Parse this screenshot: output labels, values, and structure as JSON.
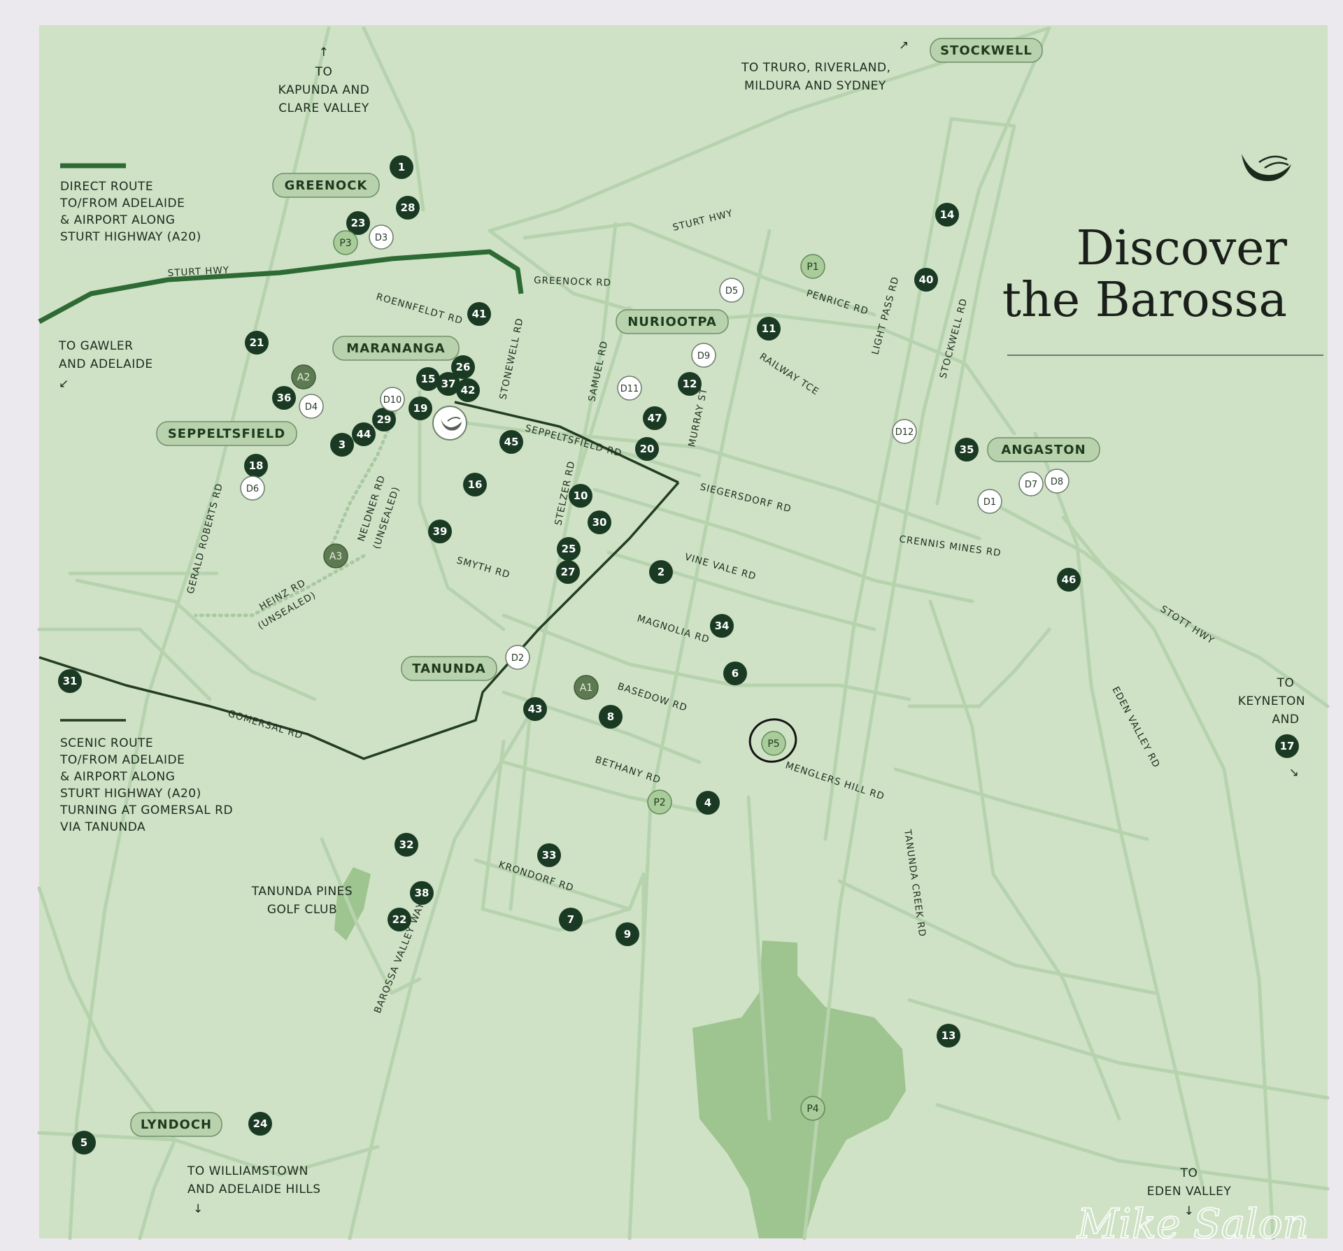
{
  "title": {
    "line1": "Discover",
    "line2": "the Barossa"
  },
  "colors": {
    "background": "#cfe2c6",
    "road": "#b7d3ae",
    "dark_marker": "#1a3a24",
    "direct_route": "#2e6a34",
    "scenic_route": "#233d23",
    "town_label": "#b8d2ad",
    "park": "#9ec48f"
  },
  "legend": {
    "direct": [
      "DIRECT ROUTE",
      "TO/FROM ADELAIDE",
      "& AIRPORT ALONG",
      "STURT HIGHWAY (A20)"
    ],
    "scenic": [
      "SCENIC ROUTE",
      "TO/FROM ADELAIDE",
      "& AIRPORT ALONG",
      "STURT HIGHWAY (A20)",
      "TURNING AT GOMERSAL RD",
      "VIA TANUNDA"
    ]
  },
  "directions": {
    "kapunda": {
      "arrow": "↑",
      "lines": [
        "TO",
        "KAPUNDA AND",
        "CLARE VALLEY"
      ]
    },
    "truro": {
      "arrow": "↗",
      "lines": [
        "TO TRURO, RIVERLAND,",
        "MILDURA AND SYDNEY"
      ]
    },
    "gawler": {
      "arrow": "↙",
      "lines": [
        "TO GAWLER",
        "AND ADELAIDE"
      ]
    },
    "keyneton": {
      "arrow": "↘",
      "lines": [
        "TO",
        "KEYNETON",
        "AND"
      ]
    },
    "williamstown": {
      "arrow": "↓",
      "lines": [
        "TO WILLIAMSTOWN",
        "AND ADELAIDE HILLS"
      ]
    },
    "eden_valley": {
      "arrow": "↓",
      "lines": [
        "TO",
        "EDEN VALLEY"
      ]
    }
  },
  "towns": [
    "STOCKWELL",
    "GREENOCK",
    "NURIOOTPA",
    "MARANANGA",
    "SEPPELTSFIELD",
    "ANGASTON",
    "TANUNDA",
    "LYNDOCH"
  ],
  "places": {
    "golf": [
      "TANUNDA PINES",
      "GOLF CLUB"
    ]
  },
  "roads": [
    "STURT HWY",
    "STURT HWY",
    "GREENOCK RD",
    "ROENNFELDT RD",
    "STONEWELL RD",
    "SAMUEL RD",
    "PENRICE RD",
    "LIGHT PASS RD",
    "STOCKWELL RD",
    "RAILWAY TCE",
    "MURRAY ST",
    "SEPPELTSFIELD RD",
    "SIEGERSDORF RD",
    "STELZER RD",
    "CRENNIS MINES RD",
    "VINE VALE RD",
    "SMYTH RD",
    "MAGNOLIA RD",
    "GERALD ROBERTS RD",
    "NELDNER RD",
    "(UNSEALED)",
    "HEINZ RD",
    "(UNSEALED)",
    "STOTT HWY",
    "EDEN VALLEY RD",
    "BASEDOW RD",
    "GOMERSAL RD",
    "BETHANY RD",
    "MENGLERS HILL RD",
    "TANUNDA CREEK RD",
    "KRONDORF RD",
    "BAROSSA VALLEY WAY"
  ],
  "markers": {
    "wineries": [
      "1",
      "28",
      "23",
      "41",
      "21",
      "26",
      "15",
      "37",
      "42",
      "36",
      "19",
      "29",
      "44",
      "3",
      "45",
      "18",
      "16",
      "10",
      "30",
      "39",
      "25",
      "27",
      "14",
      "40",
      "11",
      "12",
      "47",
      "20",
      "35",
      "2",
      "46",
      "34",
      "6",
      "31",
      "43",
      "8",
      "4",
      "17",
      "32",
      "33",
      "38",
      "22",
      "7",
      "9",
      "13",
      "24",
      "5"
    ],
    "dining": [
      "D3",
      "D5",
      "D9",
      "D4",
      "D10",
      "D11",
      "D6",
      "D12",
      "D7",
      "D8",
      "D1",
      "D2"
    ],
    "parks": [
      "P3",
      "P1",
      "P5",
      "P2",
      "P4"
    ],
    "accommodation": [
      "A2",
      "A3",
      "A1"
    ]
  },
  "watermark": "Mike Salon"
}
